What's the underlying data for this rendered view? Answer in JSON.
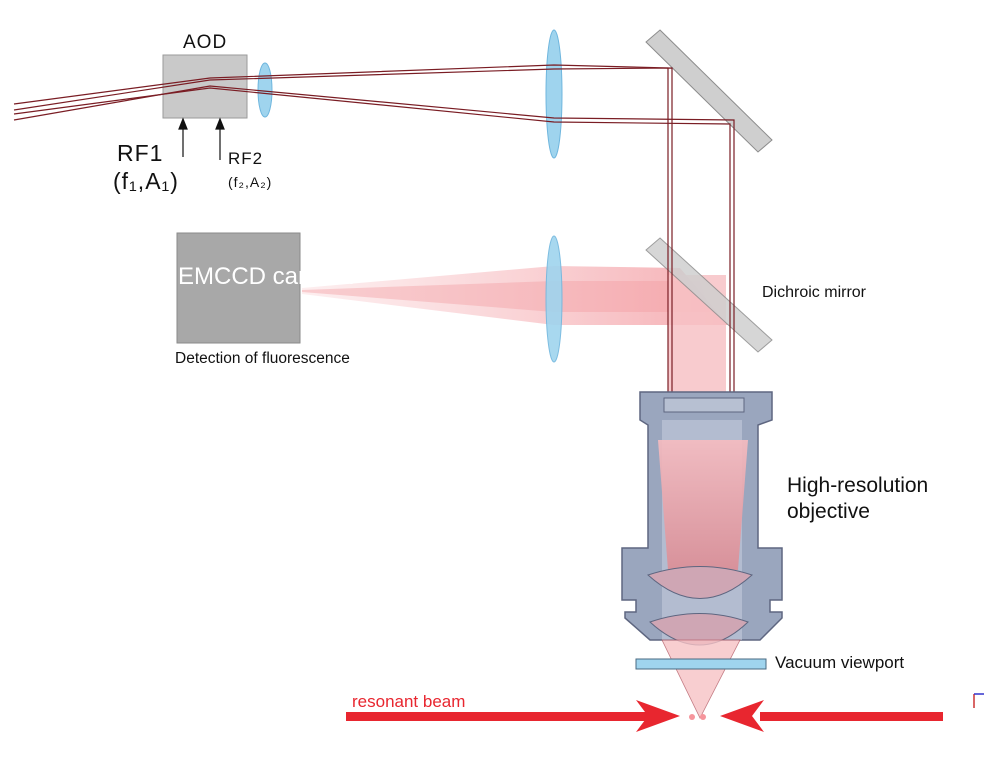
{
  "labels": {
    "aod": "AOD",
    "rf1": "RF1",
    "rf1_params": "(f₁,A₁)",
    "rf2": "RF2",
    "rf2_params": "(f₂,A₂)",
    "camera": "EMCCD camera",
    "detection": "Detection of fluorescence",
    "dichroic": "Dichroic mirror",
    "objective": "High-resolution objective",
    "viewport": "Vacuum viewport",
    "resonant_beam": "resonant beam"
  },
  "colors": {
    "beam_line": "#7a1d24",
    "lens": "#9fd4ee",
    "lens_edge": "#6fb6de",
    "fluorescence": "#f5a3a8",
    "mirror": "#cfcfcf",
    "aod_box": "#c9c9c9",
    "camera_box": "#a8a8a8",
    "objective_body": "#9aa6be",
    "resonant_beam": "#e8262f"
  }
}
